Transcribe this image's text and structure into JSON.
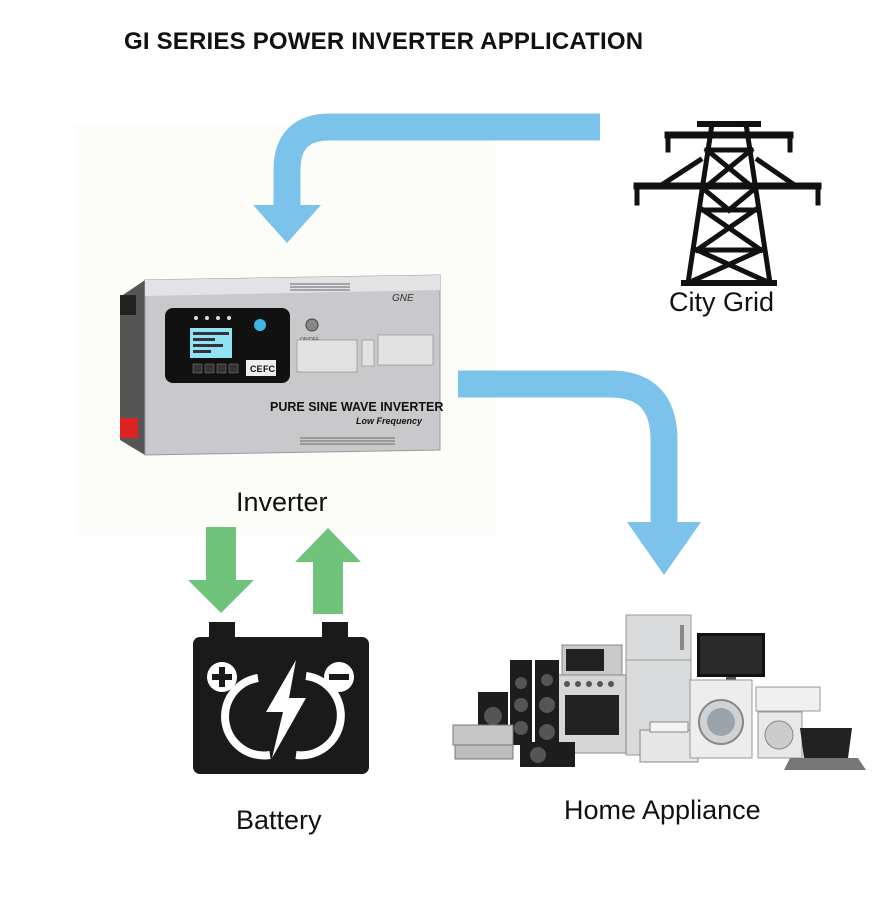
{
  "title": "GI SERIES POWER INVERTER APPLICATION",
  "nodes": {
    "city_grid": "City Grid",
    "inverter": "Inverter",
    "battery": "Battery",
    "home_appliance": "Home Appliance"
  },
  "inverter_panel": {
    "front_text": "PURE SINE WAVE INVERTER",
    "sub_text": "Low Frequency",
    "brand": "GNE",
    "ce_mark": "CE",
    "fcc_mark": "FC",
    "switch_label": "ON/OFF"
  },
  "colors": {
    "grid_flow_arrow": "#7cc3ec",
    "battery_arrow": "#6fc37b",
    "battery_body": "#1a1a1a",
    "inverter_body": "#c9c9cc"
  }
}
